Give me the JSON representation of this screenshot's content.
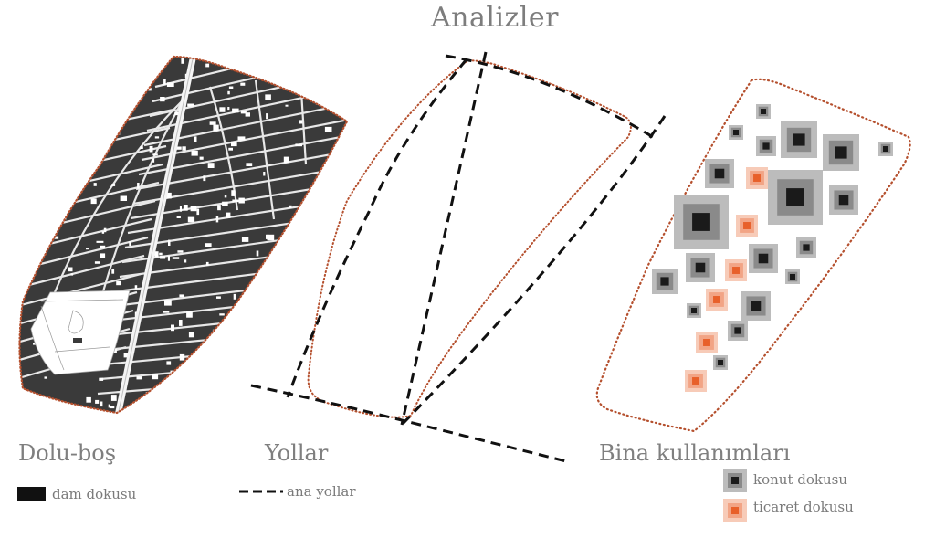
{
  "title": "Analizler",
  "panels": [
    {
      "id": "dolu-bos",
      "title": "Dolu-boş",
      "legend": [
        {
          "symbol": "black-fill",
          "label": "dam dokusu"
        }
      ]
    },
    {
      "id": "yollar",
      "title": "Yollar",
      "legend": [
        {
          "symbol": "dashed-line",
          "label": "ana yollar"
        }
      ]
    },
    {
      "id": "bina",
      "title": "Bina kullanımları",
      "legend": [
        {
          "symbol": "grey-square",
          "label": "konut dokusu"
        },
        {
          "symbol": "orange-square",
          "label": "ticaret dokusu"
        }
      ]
    }
  ],
  "colors": {
    "boundary": "#b5502e",
    "building": "#3a3a3a",
    "road_dash": "#111111",
    "konut_outer": "#bcbcbc",
    "konut_mid": "#8a8a8a",
    "konut_core": "#1a1a1a",
    "ticaret_outer": "#f7cbb8",
    "ticaret_mid": "#f2a485",
    "ticaret_core": "#e8602a"
  }
}
